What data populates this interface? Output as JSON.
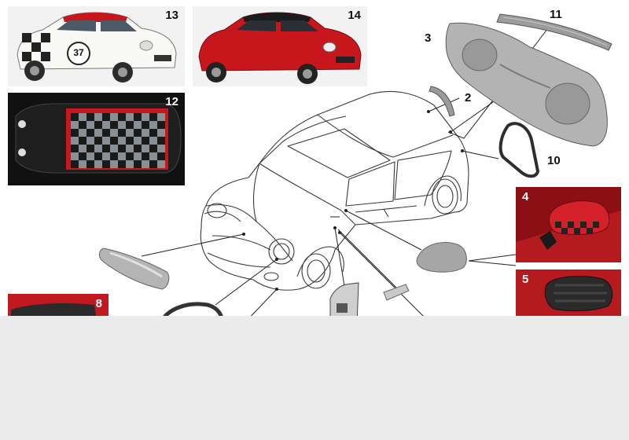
{
  "diagram": {
    "callouts": {
      "part_2": "2",
      "part_3": "3",
      "part_10": "10",
      "part_11": "11"
    },
    "photo_badges": {
      "photo_4": "4",
      "photo_5": "5",
      "photo_8": "8",
      "photo_12": "12",
      "photo_13": "13",
      "photo_14": "14"
    },
    "car_13_race_number": "37",
    "colors": {
      "accent_red": "#c8161d",
      "outline": "#333333",
      "part_grey": "#a9a9a9",
      "masked_area": "#ebebeb"
    }
  }
}
